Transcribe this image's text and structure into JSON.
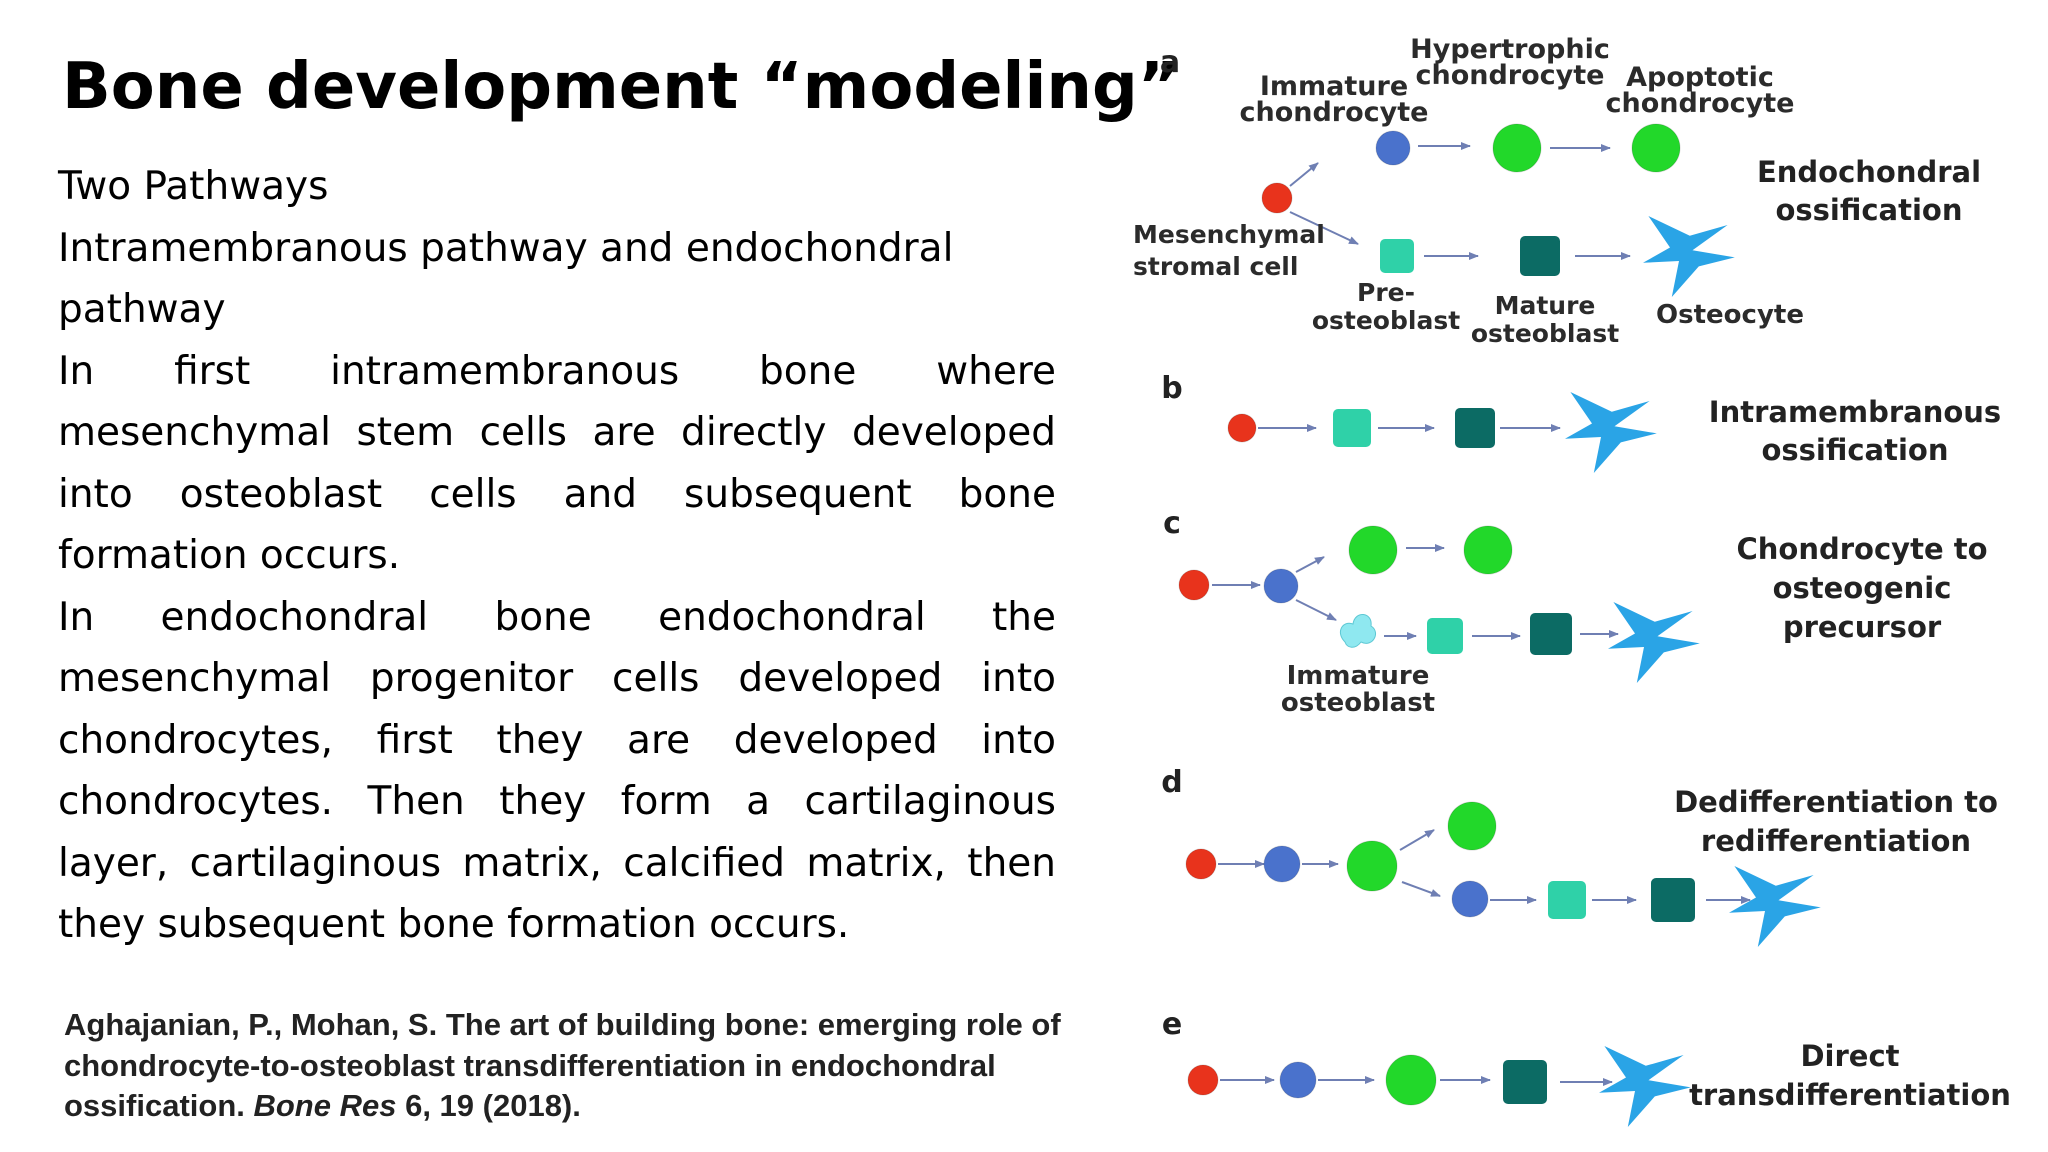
{
  "title": "Bone development “modeling”",
  "body": {
    "heading1": "Two Pathways",
    "heading2": "Intramembranous pathway and endochondral pathway",
    "para1": "In first intramembranous bone where mesenchymal stem cells are directly developed into osteoblast cells and subsequent bone formation occurs.",
    "para2": "In endochondral bone endochondral the mesenchymal progenitor cells developed into chondrocytes, first they are developed into chondrocytes. Then they form a cartilaginous layer, cartilaginous matrix, calcified matrix, then they subsequent bone formation occurs."
  },
  "citation": {
    "authors_title": "Aghajanian, P., Mohan, S. The art of building bone: emerging role of chondrocyte-to-osteoblast transdifferentiation in endochondral ossification. ",
    "journal": "Bone Res",
    "volume": " 6, 19 (2018)."
  },
  "diagram": {
    "colors": {
      "mesenchymal": "#e8331c",
      "chondro_immature": "#4a72cc",
      "chondro_green": "#22d82a",
      "preosteo": "#2fd1a8",
      "mature_osteo": "#0c6b64",
      "osteocyte": "#2aa4e6",
      "immature_osteo": "#8fe8f0",
      "arrow": "#6f7fb3"
    },
    "panels": {
      "a": {
        "letter": "a",
        "pathway": [
          "Endochondral",
          "ossification"
        ],
        "labels": {
          "immature_chondrocyte": [
            "Immature",
            "chondrocyte"
          ],
          "hypertrophic_chondrocyte": [
            "Hypertrophic",
            "chondrocyte"
          ],
          "apoptotic_chondrocyte": [
            "Apoptotic",
            "chondrocyte"
          ],
          "mesenchymal_stromal_cell": [
            "Mesenchymal",
            "stromal cell"
          ],
          "pre_osteoblast": [
            "Pre-",
            "osteoblast"
          ],
          "mature_osteoblast": [
            "Mature",
            "osteoblast"
          ],
          "osteocyte": "Osteocyte"
        }
      },
      "b": {
        "letter": "b",
        "pathway": [
          "Intramembranous",
          "ossification"
        ]
      },
      "c": {
        "letter": "c",
        "pathway": [
          "Chondrocyte to",
          "osteogenic",
          "precursor"
        ],
        "labels": {
          "immature_osteoblast": [
            "Immature",
            "osteoblast"
          ]
        }
      },
      "d": {
        "letter": "d",
        "pathway": [
          "Dedifferentiation to",
          "redifferentiation"
        ]
      },
      "e": {
        "letter": "e",
        "pathway": [
          "Direct",
          "transdifferentiation"
        ]
      }
    }
  }
}
